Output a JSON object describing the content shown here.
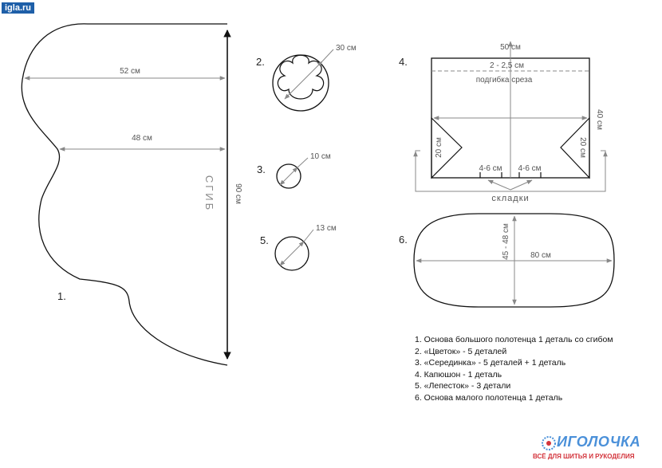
{
  "site_badge": "igla.ru",
  "logo": {
    "brand": "ИГОЛОЧКА",
    "tagline": "ВСЁ ДЛЯ ШИТЬЯ И РУКОДЕЛИЯ"
  },
  "shape1": {
    "number": "1.",
    "width_top": "52 см",
    "width_mid": "48 см",
    "height": "90 см",
    "fold": "СГИБ"
  },
  "shape2": {
    "number": "2.",
    "diameter": "30 см"
  },
  "shape3": {
    "number": "3.",
    "diameter": "10 см"
  },
  "shape5": {
    "number": "5.",
    "diameter": "13 см"
  },
  "shape4": {
    "number": "4.",
    "width": "50 см",
    "height": "40 см",
    "hem": "2 - 2,5 см",
    "hem_label": "подгибка  среза",
    "triangle_left": "20 см",
    "triangle_right": "20 см",
    "pleat_left": "4-6 см",
    "pleat_right": "4-6 см",
    "pleats_label": "складки"
  },
  "shape6": {
    "number": "6.",
    "length": "80 см",
    "width": "45 - 48 см"
  },
  "legend": [
    "1. Основа большого полотенца 1 деталь со сгибом",
    "2. «Цветок» - 5 деталей",
    "3. «Серединка» - 5 деталей + 1 деталь",
    "4. Капюшон - 1 деталь",
    "5. «Лепесток» - 3 детали",
    "6. Основа малого полотенца 1 деталь"
  ],
  "colors": {
    "outline": "#111111",
    "dimension": "#888888",
    "badge": "#1e5fa8",
    "brand": "#4a90d9",
    "tagline": "#d3343c"
  }
}
